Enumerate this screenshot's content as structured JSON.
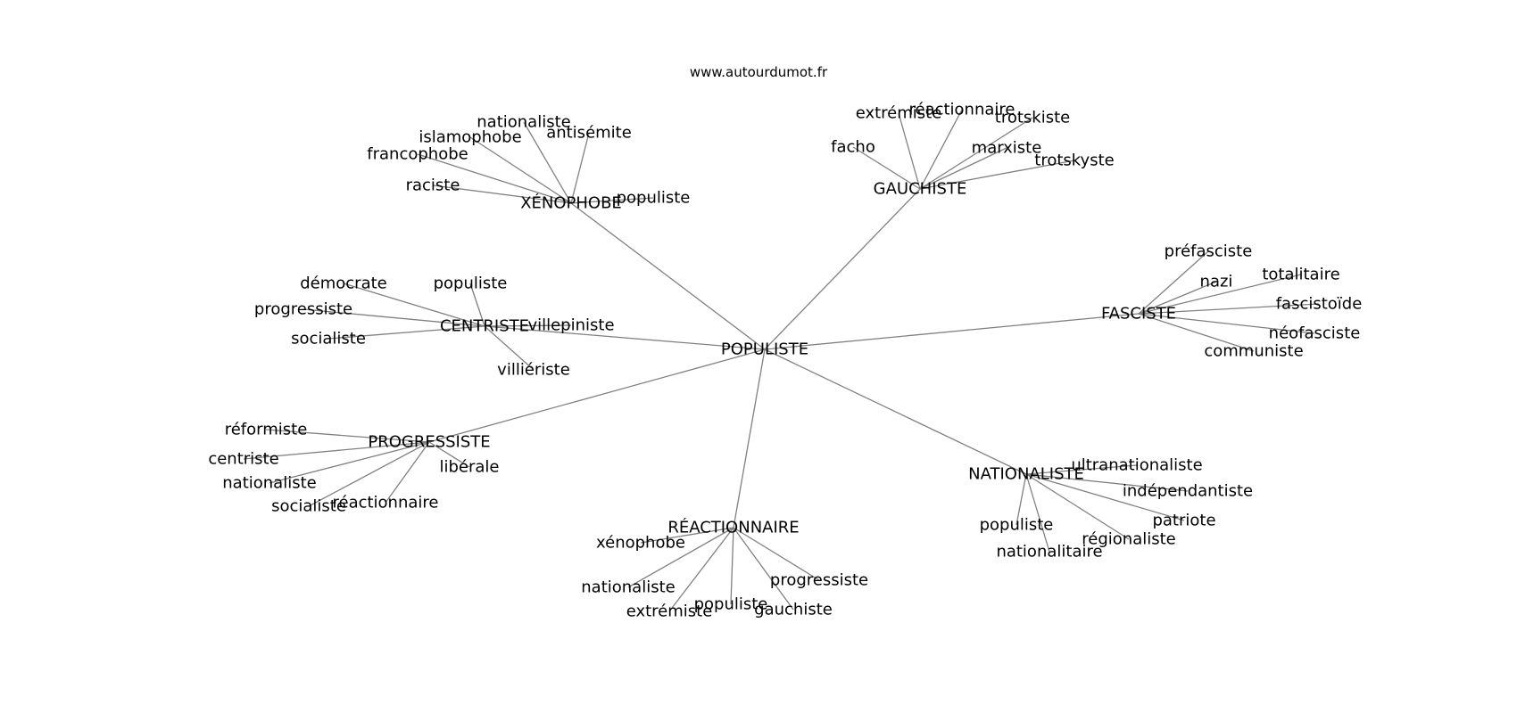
{
  "watermark": "www.autourdumot.fr",
  "center": "POPULISTE",
  "groups": [
    {
      "hub": "XÉNOPHOBE",
      "leaves": [
        "nationaliste",
        "islamophobe",
        "antisémite",
        "francophobe",
        "raciste",
        "populiste"
      ]
    },
    {
      "hub": "GAUCHISTE",
      "leaves": [
        "extrémiste",
        "réactionnaire",
        "trotskiste",
        "facho",
        "marxiste",
        "trotskyste"
      ]
    },
    {
      "hub": "FASCISTE",
      "leaves": [
        "préfasciste",
        "nazi",
        "totalitaire",
        "fascistoïde",
        "néofasciste",
        "communiste"
      ]
    },
    {
      "hub": "CENTRISTE",
      "leaves": [
        "démocrate",
        "populiste",
        "progressiste",
        "villepiniste",
        "socialiste",
        "villiériste"
      ]
    },
    {
      "hub": "PROGRESSISTE",
      "leaves": [
        "réformiste",
        "centriste",
        "nationaliste",
        "libérale",
        "socialiste",
        "réactionnaire"
      ]
    },
    {
      "hub": "NATIONALISTE",
      "leaves": [
        "ultranationaliste",
        "indépendantiste",
        "patriote",
        "populiste",
        "régionaliste",
        "nationalitaire"
      ]
    },
    {
      "hub": "RÉACTIONNAIRE",
      "leaves": [
        "xénophobe",
        "nationaliste",
        "progressiste",
        "populiste",
        "extrémiste",
        "gauchiste"
      ]
    }
  ]
}
